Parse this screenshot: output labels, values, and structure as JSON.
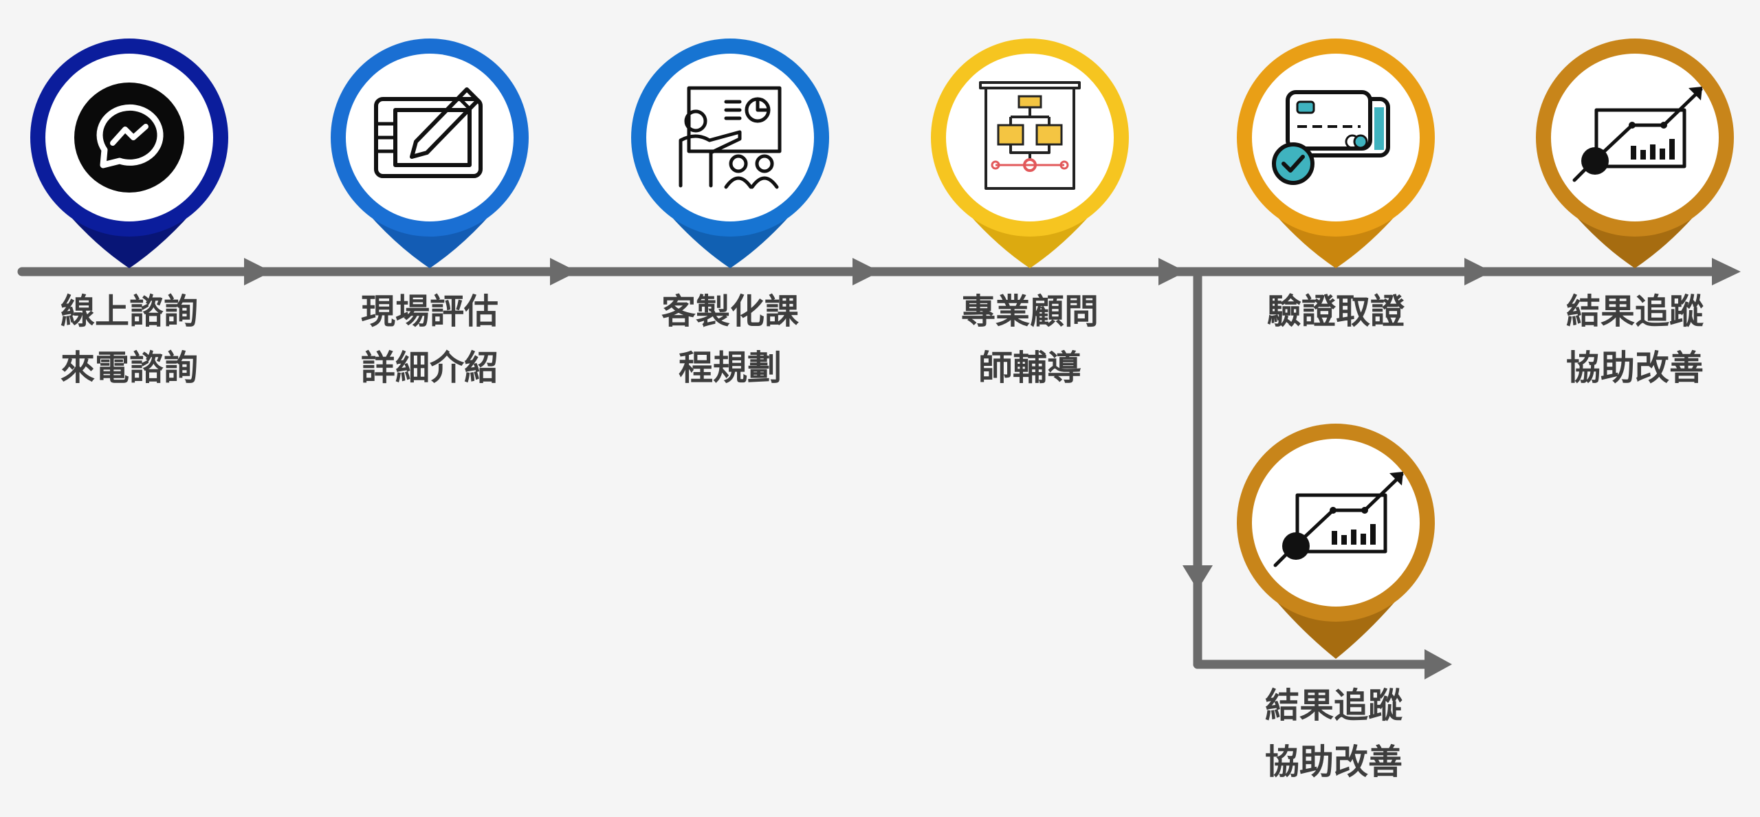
{
  "colors": {
    "background": "#f5f5f5",
    "track": "#6b6b6b",
    "label_text": "#3d3d3d"
  },
  "steps": [
    {
      "name": "messenger",
      "icon": "messenger-icon",
      "color": "#0b1d9c",
      "color_dark": "#081576",
      "lines": [
        "線上諮詢",
        "來電諮詢"
      ]
    },
    {
      "name": "assessment",
      "icon": "tablet-pen-icon",
      "color": "#1a6fd3",
      "color_dark": "#135cb4",
      "lines": [
        "現場評估",
        "詳細介紹"
      ]
    },
    {
      "name": "course-planning",
      "icon": "presentation-board-icon",
      "color": "#1774d2",
      "color_dark": "#1160b2",
      "lines": [
        "客製化課",
        "程規劃"
      ]
    },
    {
      "name": "consultant",
      "icon": "flowchart-board-icon",
      "color": "#f6c520",
      "color_dark": "#dcaa10",
      "lines": [
        "專業顧問",
        "師輔導"
      ]
    },
    {
      "name": "certification",
      "icon": "certificate-card-icon",
      "color": "#e99f16",
      "color_dark": "#c9860e",
      "lines": [
        "驗證取證"
      ]
    },
    {
      "name": "tracking",
      "icon": "growth-chart-icon",
      "color": "#c8851a",
      "color_dark": "#a66c10",
      "lines": [
        "結果追蹤",
        "協助改善"
      ]
    }
  ],
  "branch": {
    "name": "branch-tracking",
    "icon": "growth-chart-icon",
    "color": "#c8851a",
    "color_dark": "#a66c10",
    "lines": [
      "結果追蹤",
      "協助改善"
    ]
  }
}
